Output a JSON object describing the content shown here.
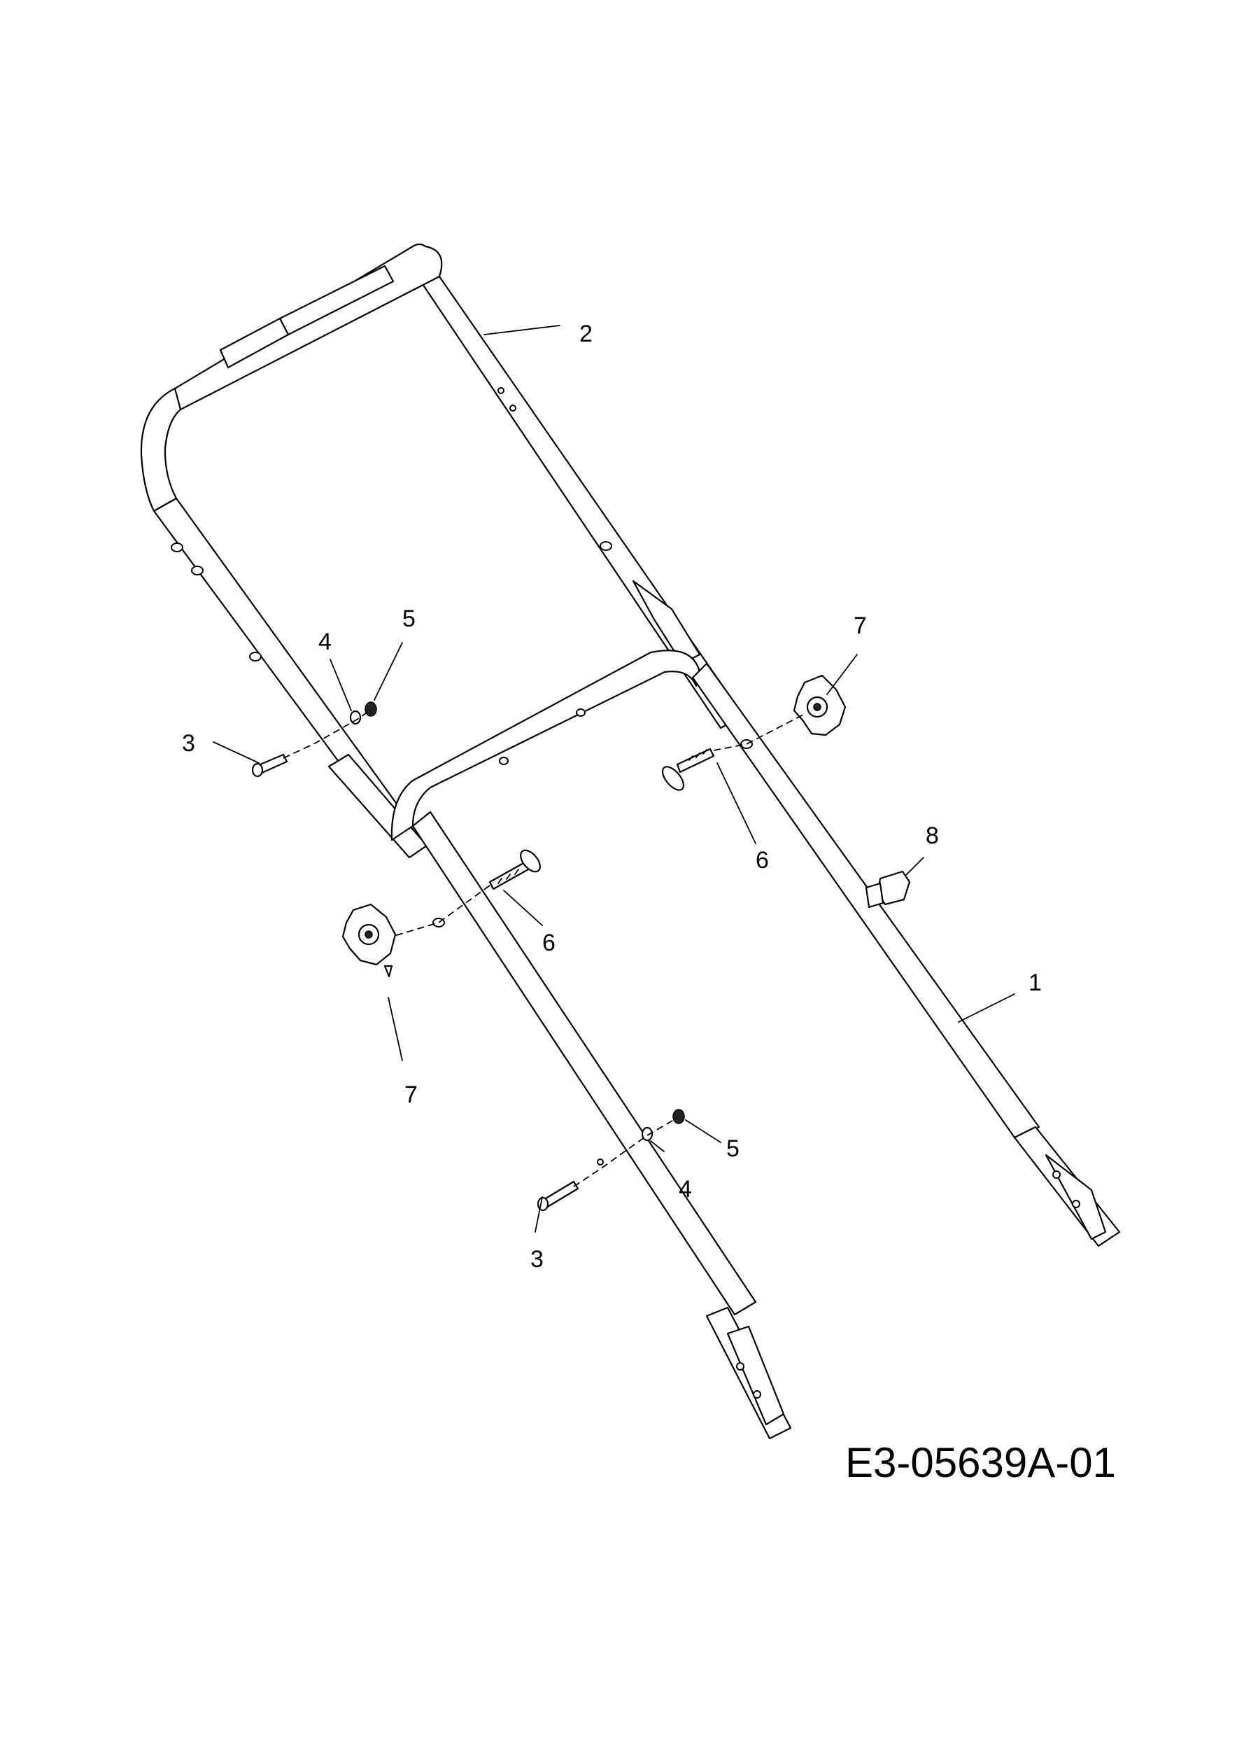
{
  "diagram": {
    "drawing_number": "E3-05639A-01",
    "callouts": {
      "upper_handle": "2",
      "lower_handle": "1",
      "carriage_bolt_left": "3",
      "carriage_bolt_right": "3",
      "washer_left": "4",
      "washer_right": "4",
      "nut_left": "5",
      "nut_right": "5",
      "bolt_right": "6",
      "bolt_left": "6",
      "knob_right": "7",
      "knob_left": "7",
      "cable_guide": "8"
    }
  }
}
